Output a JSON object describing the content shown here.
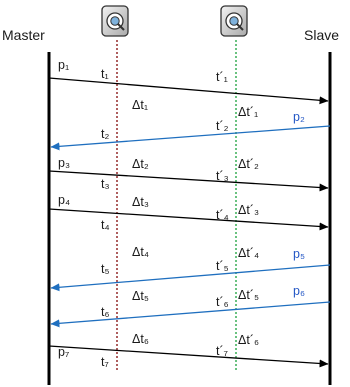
{
  "header": {
    "master_label": "Master",
    "slave_label": "Slave"
  },
  "colors": {
    "black_arrow": "#000000",
    "blue_arrow": "#1f6fbf",
    "blue_text": "#2457c5",
    "red_dotted": "#8b1a1a",
    "green_dotted": "#2aa84a"
  },
  "icons": [
    "camera-icon",
    "camera-icon"
  ],
  "messages": [
    {
      "packet": "p₁",
      "direction": "master-to-slave",
      "color": "black"
    },
    {
      "packet": "p₂",
      "direction": "slave-to-master",
      "color": "blue"
    },
    {
      "packet": "p₃",
      "direction": "master-to-slave",
      "color": "black"
    },
    {
      "packet": "p₄",
      "direction": "master-to-slave",
      "color": "black"
    },
    {
      "packet": "p₅",
      "direction": "slave-to-master",
      "color": "blue"
    },
    {
      "packet": "p₆",
      "direction": "slave-to-master",
      "color": "blue"
    },
    {
      "packet": "p₇",
      "direction": "master-to-slave",
      "color": "black"
    }
  ],
  "t_labels": [
    "t₁",
    "t₂",
    "t₃",
    "t₄",
    "t₅",
    "t₆",
    "t₇"
  ],
  "tp_labels": [
    "t´₁",
    "t´₂",
    "t´₃",
    "t´₄",
    "t´₅",
    "t´₆",
    "t´₇"
  ],
  "delta_t": [
    "Δt₁",
    "Δt₂",
    "Δt₃",
    "Δt₄",
    "Δt₅",
    "Δt₆"
  ],
  "delta_tp": [
    "Δt´₁",
    "Δt´₂",
    "Δt´₃",
    "Δt´₄",
    "Δt´₅",
    "Δt´₆"
  ]
}
